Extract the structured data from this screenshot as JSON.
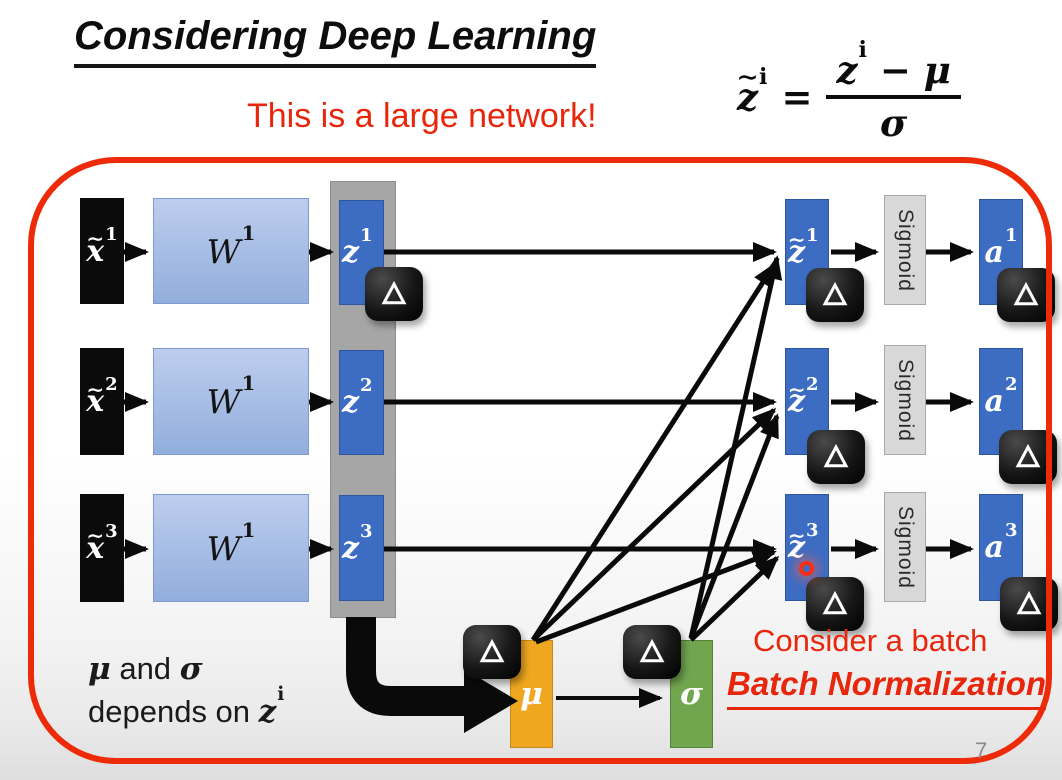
{
  "slide": {
    "title": "Considering Deep Learning",
    "page_number": "7"
  },
  "notes": {
    "large_network": "This is a large network!",
    "consider_batch": "Consider a batch",
    "batch_normalization": "Batch Normalization",
    "mu": "μ",
    "and_word": "and",
    "sigma": "σ",
    "depends": "depends on",
    "z_base": "z",
    "z_sup": "i"
  },
  "formula": {
    "lhs_tilde": "∼",
    "lhs_base": "z",
    "lhs_sup": "i",
    "equals": "=",
    "num_base": "z",
    "num_sup": "i",
    "minus": "−",
    "num_mu": "μ",
    "denominator": "σ"
  },
  "network": {
    "rows": [
      {
        "input_tilde": "∼",
        "input_base": "x",
        "input_sup": "1",
        "weight_base": "W",
        "weight_sup": "1",
        "z_base": "z",
        "z_sup": "1",
        "zt_tilde": "∼",
        "zt_base": "z",
        "zt_sup": "1",
        "activation": "Sigmoid",
        "a_base": "a",
        "a_sup": "1"
      },
      {
        "input_tilde": "∼",
        "input_base": "x",
        "input_sup": "2",
        "weight_base": "W",
        "weight_sup": "1",
        "z_base": "z",
        "z_sup": "2",
        "zt_tilde": "∼",
        "zt_base": "z",
        "zt_sup": "2",
        "activation": "Sigmoid",
        "a_base": "a",
        "a_sup": "2"
      },
      {
        "input_tilde": "∼",
        "input_base": "x",
        "input_sup": "3",
        "weight_base": "W",
        "weight_sup": "1",
        "z_base": "z",
        "z_sup": "3",
        "zt_tilde": "∼",
        "zt_base": "z",
        "zt_sup": "3",
        "activation": "Sigmoid",
        "a_base": "a",
        "a_sup": "3"
      }
    ],
    "mu_label": "μ",
    "sigma_label": "σ"
  },
  "icons": {
    "delta_symbol": "Δ",
    "laser_pointer": "red-dot"
  },
  "colors": {
    "accent_red": "#ee2b09",
    "node_blue": "#3d6cc3",
    "weight_blue_light": "#a9bfe6",
    "group_gray": "#a6a6a6",
    "sigmoid_gray": "#d8d8d8",
    "mu_orange": "#efa71f",
    "sigma_green": "#71a64f",
    "delta_black": "#0a0a0a"
  }
}
